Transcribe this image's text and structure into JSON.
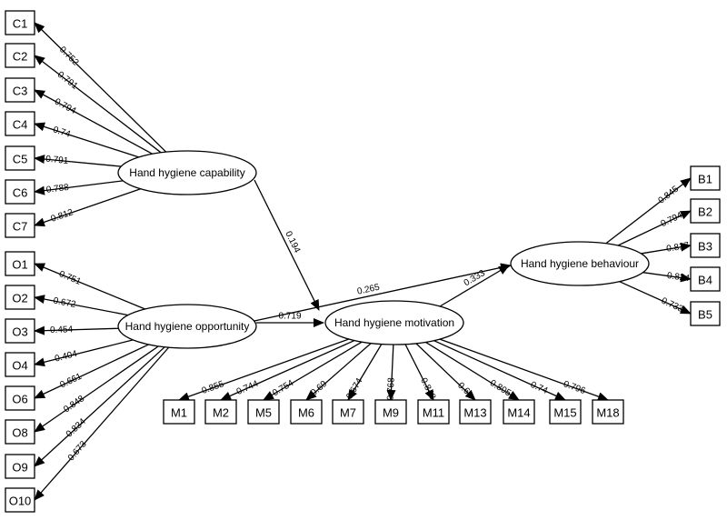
{
  "latents": {
    "capability": "Hand hygiene capability",
    "opportunity": "Hand hygiene opportunity",
    "motivation": "Hand hygiene motivation",
    "behaviour": "Hand hygiene behaviour"
  },
  "indicators": {
    "capability": [
      {
        "id": "C1",
        "loading": "0.752"
      },
      {
        "id": "C2",
        "loading": "0.791"
      },
      {
        "id": "C3",
        "loading": "0.794"
      },
      {
        "id": "C4",
        "loading": "0.74"
      },
      {
        "id": "C5",
        "loading": "0.791"
      },
      {
        "id": "C6",
        "loading": "0.788"
      },
      {
        "id": "C7",
        "loading": "0.812"
      }
    ],
    "opportunity": [
      {
        "id": "O1",
        "loading": "0.751"
      },
      {
        "id": "O2",
        "loading": "0.672"
      },
      {
        "id": "O3",
        "loading": "0.454"
      },
      {
        "id": "O4",
        "loading": "0.404"
      },
      {
        "id": "O6",
        "loading": "0.661"
      },
      {
        "id": "O8",
        "loading": "0.848"
      },
      {
        "id": "O9",
        "loading": "0.834"
      },
      {
        "id": "O10",
        "loading": "0.673"
      }
    ],
    "motivation": [
      {
        "id": "M1",
        "loading": "0.855"
      },
      {
        "id": "M2",
        "loading": "0.744"
      },
      {
        "id": "M5",
        "loading": "0.754"
      },
      {
        "id": "M6",
        "loading": "0.69"
      },
      {
        "id": "M7",
        "loading": "0.674"
      },
      {
        "id": "M9",
        "loading": "0.768"
      },
      {
        "id": "M11",
        "loading": "0.848"
      },
      {
        "id": "M13",
        "loading": "0.6"
      },
      {
        "id": "M14",
        "loading": "0.805"
      },
      {
        "id": "M15",
        "loading": "0.74"
      },
      {
        "id": "M18",
        "loading": "0.796"
      }
    ],
    "behaviour": [
      {
        "id": "B1",
        "loading": "0.845"
      },
      {
        "id": "B2",
        "loading": "0.794"
      },
      {
        "id": "B3",
        "loading": "0.817"
      },
      {
        "id": "B4",
        "loading": "0.824"
      },
      {
        "id": "B5",
        "loading": "0.733"
      }
    ]
  },
  "paths": [
    {
      "from": "capability",
      "to": "motivation",
      "coef": "0.194"
    },
    {
      "from": "opportunity",
      "to": "motivation",
      "coef": "0.719"
    },
    {
      "from": "opportunity",
      "to": "behaviour",
      "coef": "0.265"
    },
    {
      "from": "motivation",
      "to": "behaviour",
      "coef": "0.333"
    }
  ]
}
